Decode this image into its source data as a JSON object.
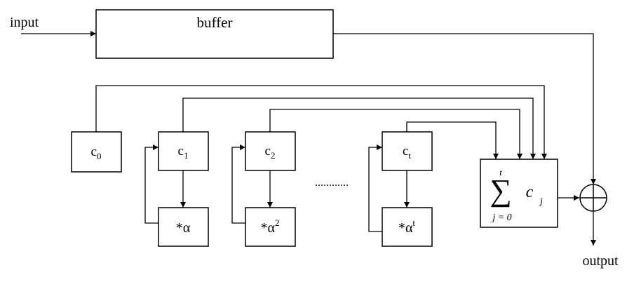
{
  "labels": {
    "input": "input",
    "output": "output",
    "buffer": "buffer",
    "dots": "............"
  },
  "registers": [
    {
      "base": "c",
      "sub": "0"
    },
    {
      "base": "c",
      "sub": "1"
    },
    {
      "base": "c",
      "sub": "2"
    },
    {
      "base": "c",
      "sub": "t"
    }
  ],
  "multipliers": [
    {
      "text": "*α",
      "sup": ""
    },
    {
      "text": "*α",
      "sup": "2"
    },
    {
      "text": "*α",
      "sup": "t"
    }
  ],
  "summation": {
    "sigma": "∑",
    "upper": "t",
    "lower": "j = 0",
    "term": "c",
    "index": "j"
  },
  "xor_symbol": "⊕",
  "colors": {
    "line": "#000000",
    "background": "#ffffff"
  }
}
